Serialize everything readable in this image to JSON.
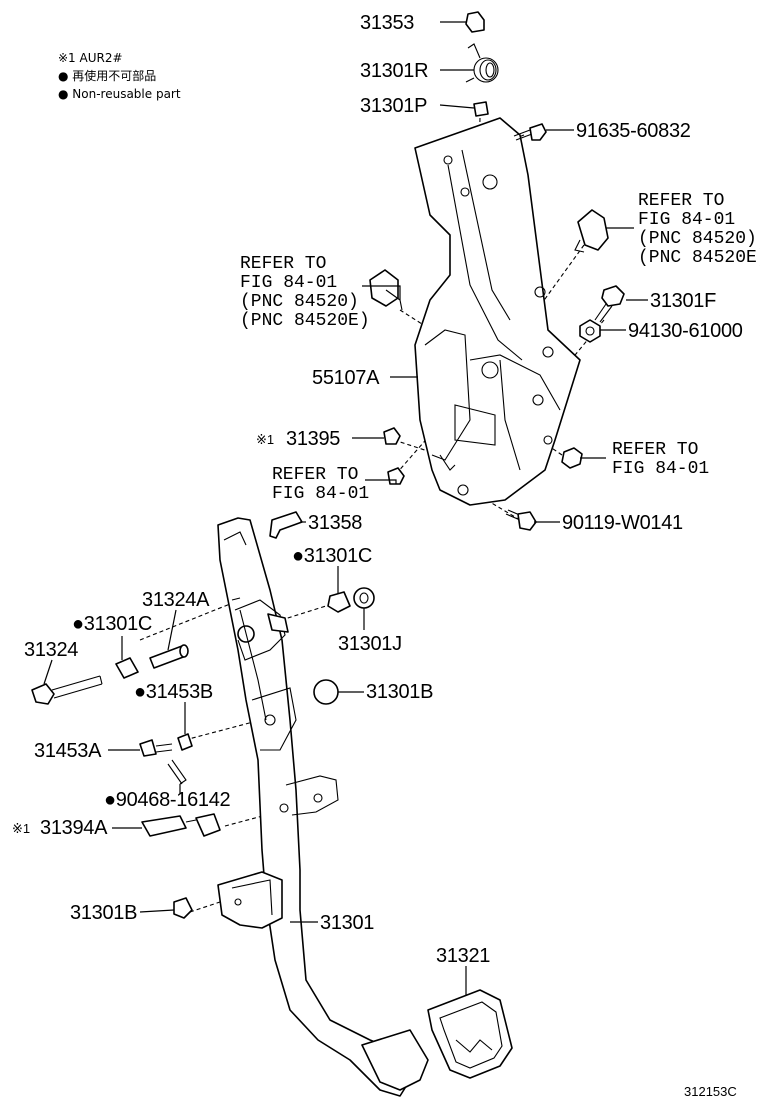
{
  "legend": {
    "note1": "※1  AUR2#",
    "line_jp": "● 再使用不可部品",
    "line_en": "● Non-reusable part"
  },
  "labels": {
    "p31353": "31353",
    "p31301R": "31301R",
    "p31301P": "31301P",
    "p91635": "91635-60832",
    "refer_right_1": "REFER TO",
    "refer_right_2": "FIG 84-01",
    "refer_right_3": "(PNC 84520)",
    "refer_right_4": "(PNC 84520E)",
    "refer_left_1": "REFER TO",
    "refer_left_2": "FIG 84-01",
    "refer_left_3": "(PNC 84520)",
    "refer_left_4": "(PNC 84520E)",
    "p31301F": "31301F",
    "p94130": "94130-61000",
    "p55107A": "55107A",
    "p31395": "31395",
    "p31395_mark": "※1",
    "refer_r2_1": "REFER TO",
    "refer_r2_2": "FIG 84-01",
    "refer_l2_1": "REFER TO",
    "refer_l2_2": "FIG 84-01",
    "p90119": "90119-W0141",
    "p31358": "31358",
    "p31301C_top": "●31301C",
    "p31324A": "31324A",
    "p31301C_left": "●31301C",
    "p31301J": "31301J",
    "p31324": "31324",
    "p31453B": "●31453B",
    "p31301B_top": "31301B",
    "p31453A": "31453A",
    "p90468": "●90468-16142",
    "p31394A": "31394A",
    "p31394A_mark": "※1",
    "p31301B_bottom": "31301B",
    "p31301": "31301",
    "p31321": "31321"
  },
  "figure_code": "312153C"
}
